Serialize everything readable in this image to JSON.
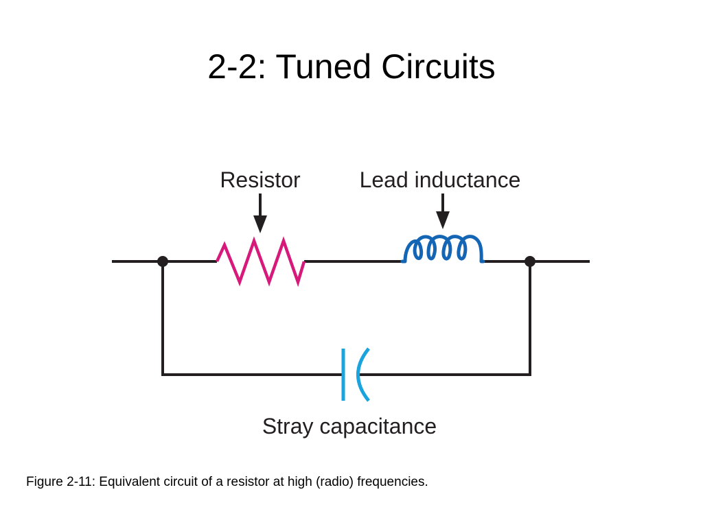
{
  "slide": {
    "title": "2-2: Tuned Circuits",
    "caption": "Figure 2-11:  Equivalent circuit of a resistor at high (radio) frequencies."
  },
  "diagram": {
    "labels": {
      "resistor": "Resistor",
      "inductance": "Lead inductance",
      "capacitance": "Stray capacitance"
    },
    "colors": {
      "wire": "#231f20",
      "resistor": "#d6197a",
      "inductor": "#1565b5",
      "capacitor": "#1aa3dc"
    }
  }
}
